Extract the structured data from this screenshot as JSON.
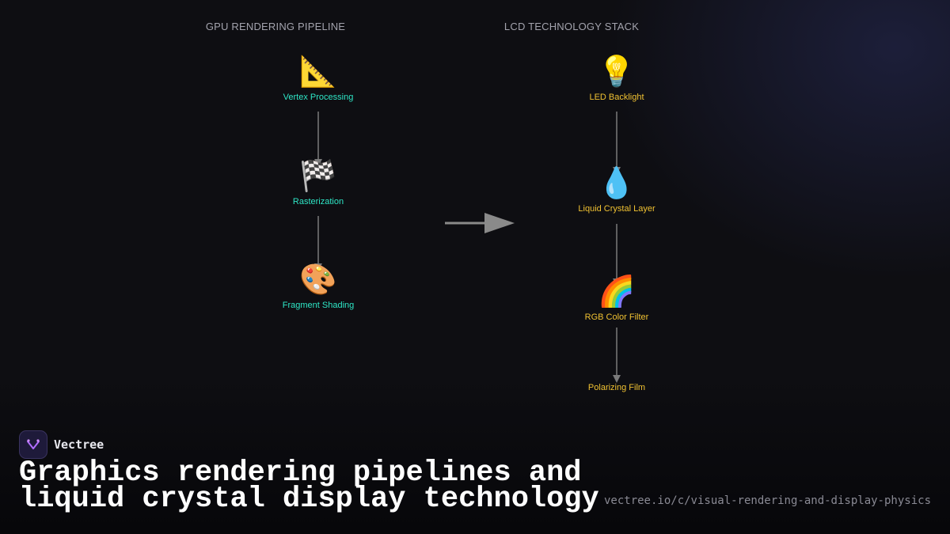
{
  "diagram": {
    "left_title": "GPU RENDERING PIPELINE",
    "right_title": "LCD TECHNOLOGY STACK",
    "gpu_nodes": [
      {
        "icon": "triangular-ruler-icon",
        "glyph": "📐",
        "label": "Vertex Processing"
      },
      {
        "icon": "checkered-flag-icon",
        "glyph": "🏁",
        "label": "Rasterization"
      },
      {
        "icon": "palette-icon",
        "glyph": "🎨",
        "label": "Fragment Shading"
      }
    ],
    "lcd_nodes": [
      {
        "icon": "light-bulb-icon",
        "glyph": "💡",
        "label": "LED Backlight"
      },
      {
        "icon": "droplet-icon",
        "glyph": "💧",
        "label": "Liquid Crystal Layer"
      },
      {
        "icon": "rainbow-icon",
        "glyph": "🌈",
        "label": "RGB Color Filter"
      },
      {
        "icon": "",
        "glyph": "",
        "label": "Polarizing Film"
      }
    ],
    "colors": {
      "gpu_label": "#2ee6c6",
      "lcd_label": "#f1c232",
      "arrow": "#7a7a7a"
    }
  },
  "footer": {
    "brand_name": "Vectree",
    "headline_line1": "Graphics rendering pipelines and",
    "headline_line2": "liquid crystal display technology",
    "url": "vectree.io/c/visual-rendering-and-display-physics"
  }
}
